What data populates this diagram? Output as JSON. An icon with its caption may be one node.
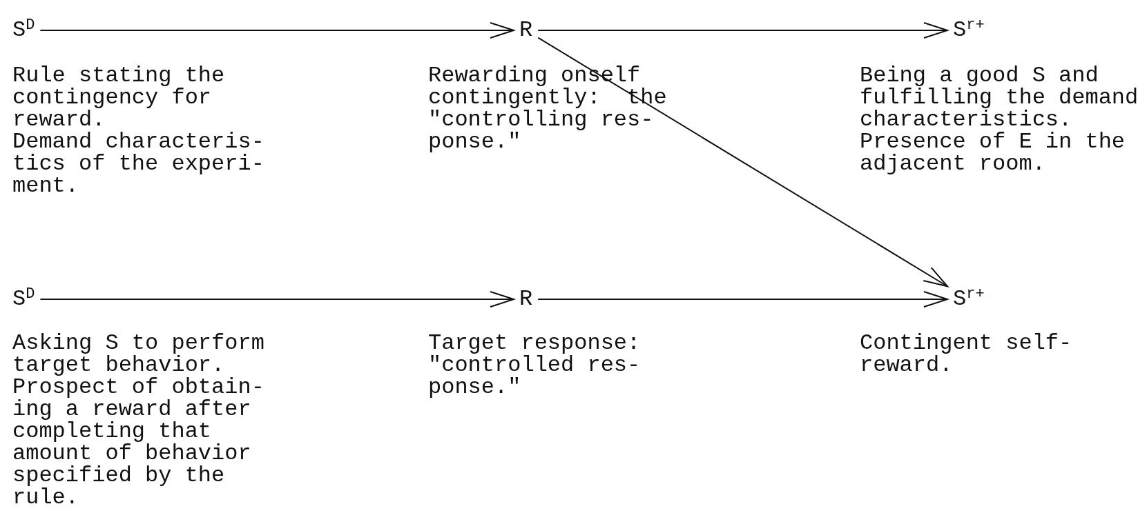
{
  "diagram": {
    "nodes": [
      {
        "text": [
          "S$^{D}$"
        ],
        "beside": [
          "Rule stating the contingency for reward.",
          "Demand characteris- tics of the experi- ment."
        ]
      },
      {
        "text": [
          "R"
        ],
        "beside": [
          "Rewarding onself contingently:  the \"controlling res- ponse.\""
        ]
      },
      {
        "text": [
          "S$^{r+}$"
        ],
        "beside": [
          "Being a good S and fulfilling the demand characteristics.",
          "Presence of E in the adjacent room."
        ]
      },
      {
        "text": [
          "S$^{D}$"
        ],
        "beside": [
          "Asking S to perform target behavior.",
          "Prospect of obtain- ing a reward after completing that amount of behavior specified by the rule."
        ]
      },
      {
        "text": [
          "R"
        ],
        "beside": [
          "Target response: \"controlled res- ponse.\""
        ]
      },
      {
        "text": [
          "S$^{r+}$"
        ],
        "beside": [
          "Contingent self- reward."
        ]
      }
    ],
    "edges": [
      {
        "from": 0,
        "to": 1,
        "arrow": "to"
      },
      {
        "from": 1,
        "to": 2,
        "arrow": "to"
      },
      {
        "from": 1,
        "to": 5,
        "arrow": "to"
      },
      {
        "from": 3,
        "to": 4,
        "arrow": "to"
      },
      {
        "from": 4,
        "to": 5,
        "arrow": "to"
      }
    ]
  }
}
